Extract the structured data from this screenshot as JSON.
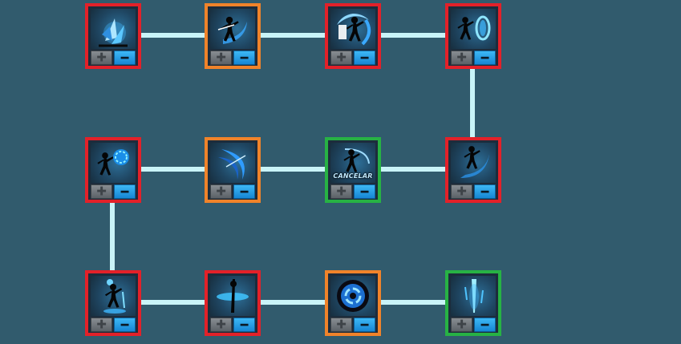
{
  "colors": {
    "background": "#315b6d",
    "connector": "#c9f4f8",
    "red_frame": "#e32129",
    "orange_frame": "#f0832a",
    "green_frame": "#27b244",
    "plus_button": "#6f757a",
    "minus_button": "#2aa3e8"
  },
  "buttons": {
    "plus_glyph": "✚",
    "minus_glyph": "━"
  },
  "rows": [
    {
      "nodes": [
        {
          "state": "red",
          "icon": "ice-shards-icon",
          "label": ""
        },
        {
          "state": "orange",
          "icon": "sword-slash-icon",
          "label": ""
        },
        {
          "state": "red",
          "icon": "spin-slash-icon",
          "label": ""
        },
        {
          "state": "red",
          "icon": "energy-shield-icon",
          "label": ""
        }
      ]
    },
    {
      "nodes": [
        {
          "state": "red",
          "icon": "energy-orb-icon",
          "label": ""
        },
        {
          "state": "orange",
          "icon": "blue-crescent-icon",
          "label": ""
        },
        {
          "state": "green",
          "icon": "cancel-stance-icon",
          "label": "CANCELAR"
        },
        {
          "state": "red",
          "icon": "rising-slash-icon",
          "label": ""
        }
      ]
    },
    {
      "nodes": [
        {
          "state": "red",
          "icon": "ground-burst-icon",
          "label": ""
        },
        {
          "state": "red",
          "icon": "spinning-blade-icon",
          "label": ""
        },
        {
          "state": "orange",
          "icon": "vortex-icon",
          "label": ""
        },
        {
          "state": "green",
          "icon": "light-beam-icon",
          "label": ""
        }
      ]
    }
  ]
}
